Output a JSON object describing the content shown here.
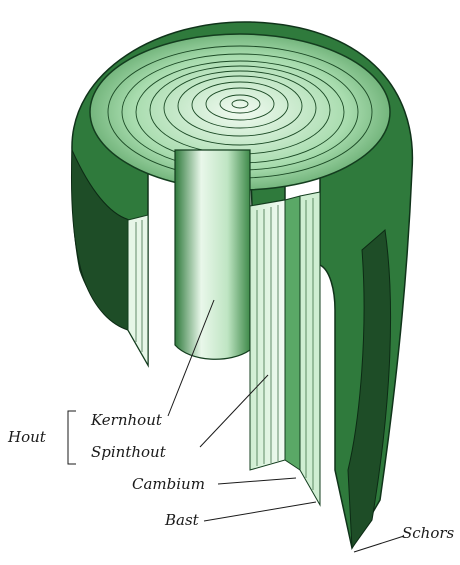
{
  "labels": {
    "hout": "Hout",
    "kernhout": "Kernhout",
    "spinthout": "Spinthout",
    "cambium": "Cambium",
    "bast": "Bast",
    "schors": "Schors"
  },
  "colors": {
    "green_dark": "#1f5a2c",
    "green_mid": "#3f8a4a",
    "green_light": "#9fd3a6",
    "green_pale": "#e3f4e4",
    "ink": "#1a1a1a"
  }
}
